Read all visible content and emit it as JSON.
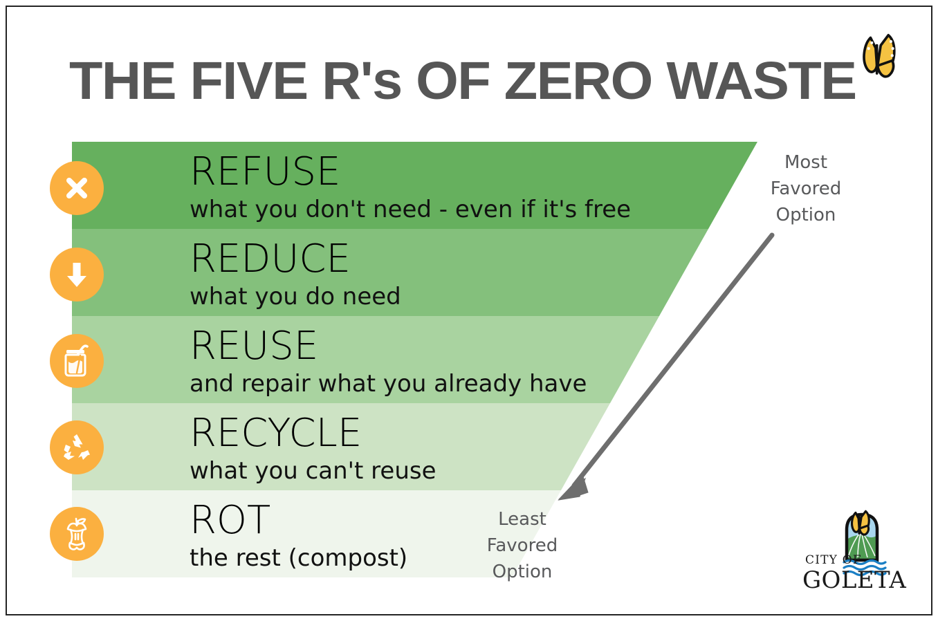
{
  "poster": {
    "title": "THE FIVE R's OF ZERO WASTE",
    "title_color": "#565656",
    "background_color": "#ffffff",
    "border_color": "#242424",
    "butterfly_color": "#f5c242"
  },
  "funnel": {
    "accent_badge_color": "#fbb040",
    "rows": [
      {
        "title": "REFUSE",
        "subtitle": "what you don't need - even if it's free",
        "icon": "x-mark-icon",
        "band_color": "#66b05e"
      },
      {
        "title": "REDUCE",
        "subtitle": "what you do need",
        "icon": "down-arrow-icon",
        "band_color": "#84c07c"
      },
      {
        "title": "REUSE",
        "subtitle": "and repair what you already have",
        "icon": "reusable-cup-icon",
        "band_color": "#a9d3a0"
      },
      {
        "title": "RECYCLE",
        "subtitle": "what you can't reuse",
        "icon": "recycle-icon",
        "band_color": "#cde3c4"
      },
      {
        "title": "ROT",
        "subtitle": "the rest (compost)",
        "icon": "apple-core-icon",
        "band_color": "#eff5ec"
      }
    ]
  },
  "captions": {
    "most": "Most\nFavored\nOption",
    "most_line1": "Most",
    "most_line2": "Favored",
    "most_line3": "Option",
    "least_line1": "Least",
    "least_line2": "Favored",
    "least_line3": "Option",
    "caption_color": "#58595b",
    "arrow_color": "#6e6e6e"
  },
  "logo": {
    "line1": "CITY OF",
    "line2": "GOLETA",
    "butterfly_color": "#f5c242",
    "hill_color": "#4f9b52",
    "sky_color": "#a9d7ee",
    "water_color": "#1b7fc4",
    "text_color": "#1a1a1a"
  }
}
